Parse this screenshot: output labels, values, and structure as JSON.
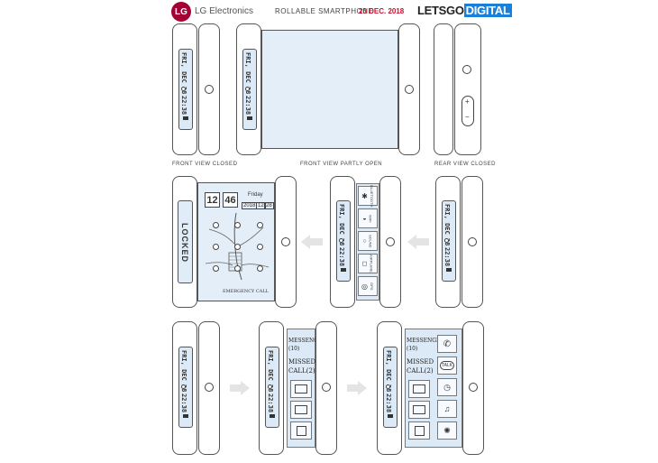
{
  "header": {
    "logo_mark": "LG",
    "brand": "LG Electronics",
    "title": "ROLLABLE SMARTPHONE",
    "date": "20 DEC. 2018",
    "source_main": "LETSGO",
    "source_accent": "DIGITAL"
  },
  "strip": {
    "date": "FRI, DEC 28",
    "time": "22:38"
  },
  "labels": {
    "front_closed": "FRONT VIEW CLOSED",
    "front_partly_open": "FRONT VIEW PARTLY OPEN",
    "rear_closed": "REAR VIEW CLOSED"
  },
  "rear": {
    "plus": "+",
    "minus": "−"
  },
  "lock": {
    "locked": "LOCKED",
    "hour": "12",
    "minute": "46",
    "day": "Friday",
    "year": "2018",
    "month": "12",
    "day_num": "28",
    "emergency": "EMERGENCY CALL"
  },
  "quick_settings": [
    "BLUETOOTH",
    "WIFI",
    "SOUND",
    "AIRPLANE",
    "GPS"
  ],
  "notifications": {
    "messenger": "MESSENGER",
    "messenger_count": "(10)",
    "missed": "MISSED",
    "missed_call": "CALL(2)",
    "talk": "TALK"
  },
  "colors": {
    "strip": "#dce9f6",
    "lg_red": "#a50034",
    "accent_blue": "#1a7fd6",
    "date_red": "#c8102e"
  }
}
